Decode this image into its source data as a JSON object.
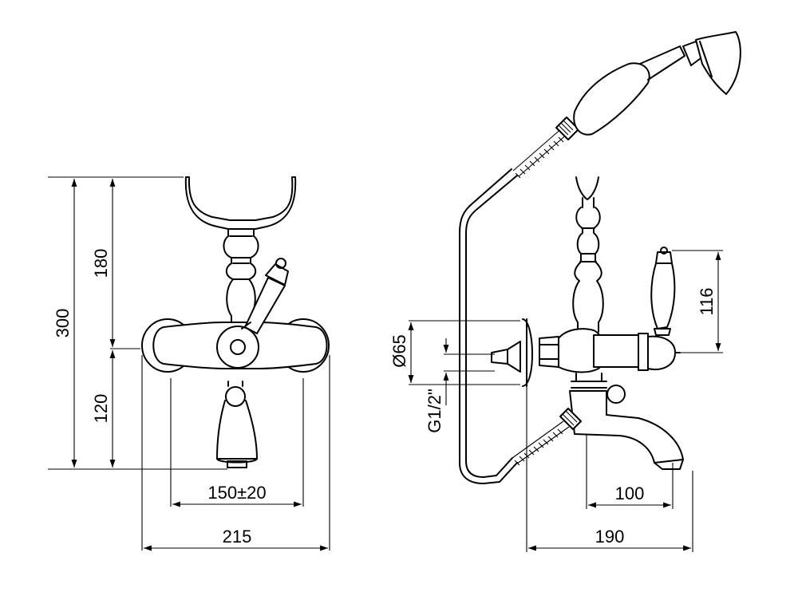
{
  "dimensions": {
    "front": {
      "overall_height": "300",
      "upper_height": "180",
      "lower_height": "120",
      "inlet_spacing": "150±20",
      "overall_width": "215"
    },
    "side": {
      "diameter": "Ø65",
      "thread": "G1/2\"",
      "handle_height": "116",
      "spout_reach": "100",
      "overall_depth": "190"
    }
  }
}
